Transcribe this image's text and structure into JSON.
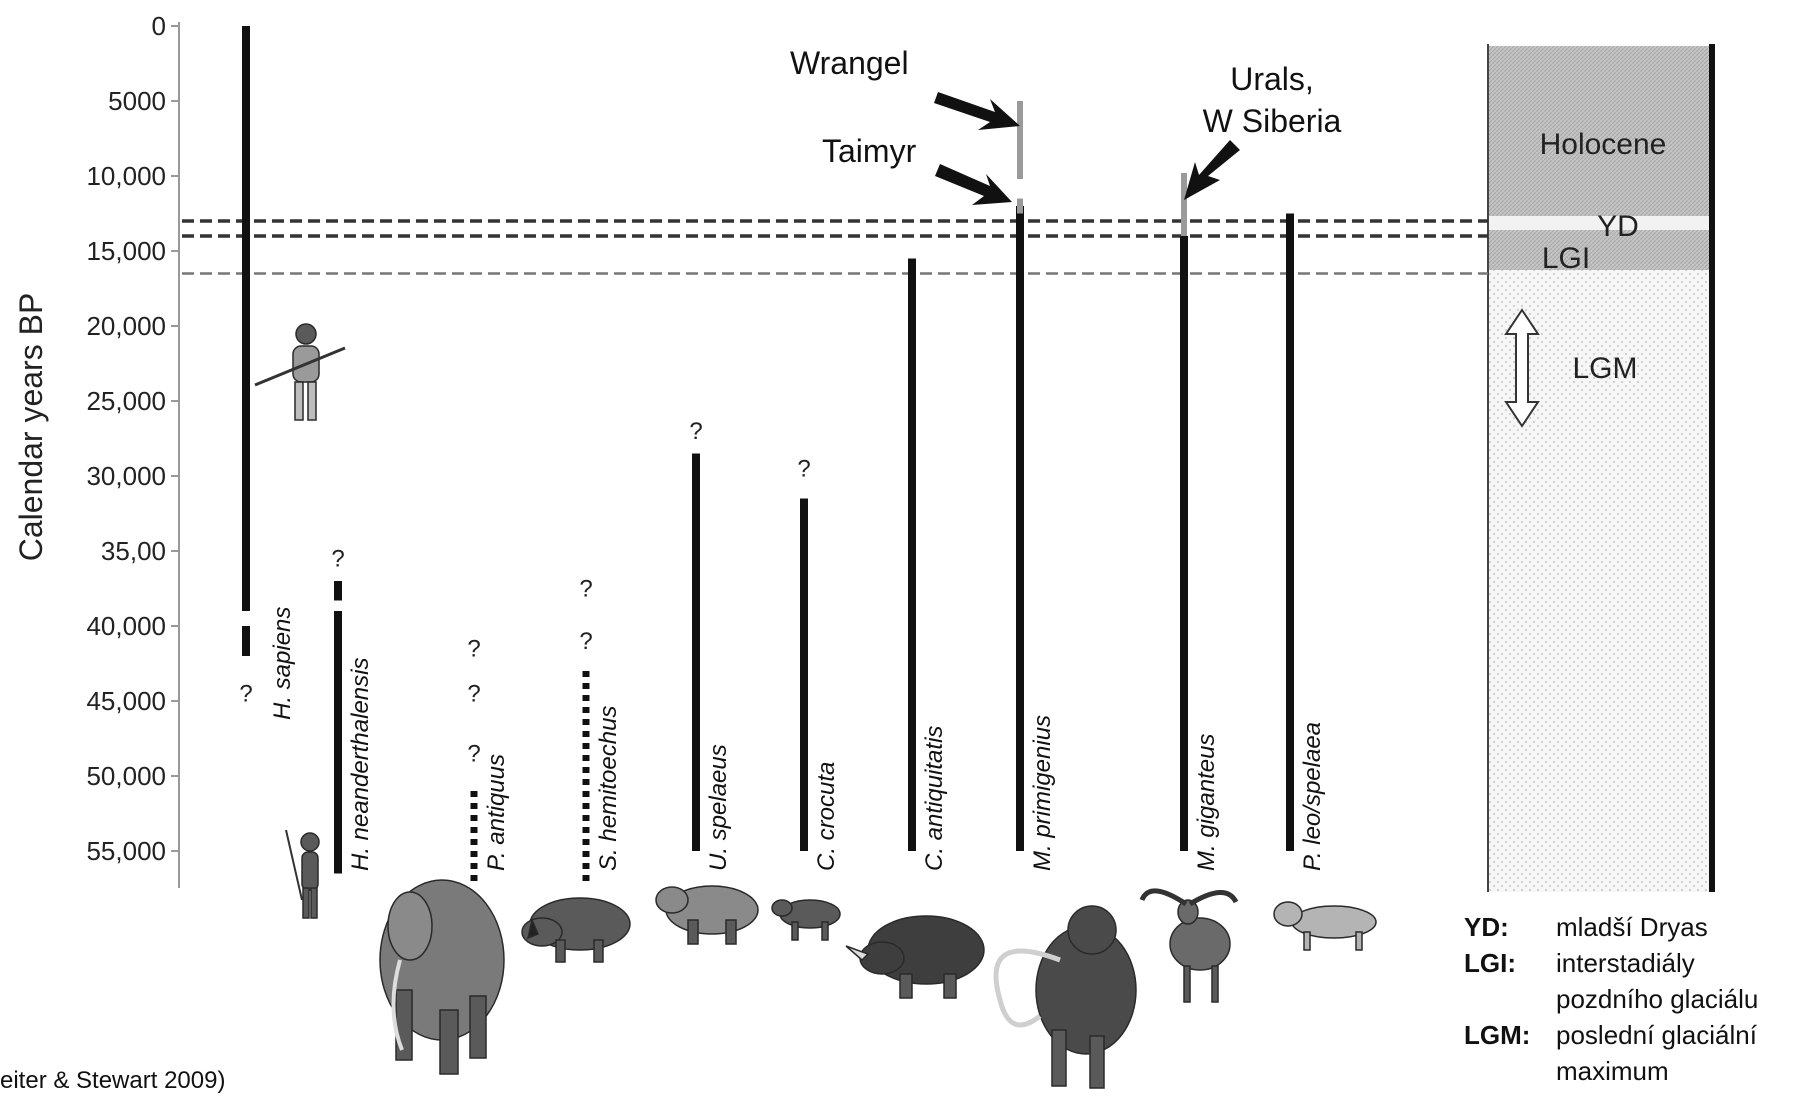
{
  "chart_data": {
    "type": "timeline",
    "ylabel": "Calendar years BP",
    "y_ticks": [
      "0",
      "5000",
      "10,000",
      "15,000",
      "20,000",
      "25,000",
      "30,000",
      "35,00",
      "40,000",
      "45,000",
      "50,000",
      "55,000"
    ],
    "y_tick_values": [
      0,
      5000,
      10000,
      15000,
      20000,
      25000,
      30000,
      35000,
      40000,
      45000,
      50000,
      55000
    ],
    "ylim": [
      0,
      57000
    ],
    "boundaries": [
      {
        "value": 13000,
        "style": "dashed"
      },
      {
        "value": 14000,
        "style": "dashed"
      },
      {
        "value": 16500,
        "style": "dashed-light"
      }
    ],
    "species": [
      {
        "name": "H. sapiens",
        "segments": [
          {
            "start": 0,
            "end": 39000,
            "style": "solid"
          },
          {
            "start": 40000,
            "end": 42000,
            "style": "solid"
          }
        ],
        "question_marks": [
          44500
        ]
      },
      {
        "name": "H. neanderthalensis",
        "segments": [
          {
            "start": 37000,
            "end": 38300,
            "style": "solid"
          },
          {
            "start": 39000,
            "end": 56500,
            "style": "solid"
          }
        ],
        "question_marks": [
          35500
        ]
      },
      {
        "name": "P. antiquus",
        "segments": [
          {
            "start": 51000,
            "end": 57000,
            "style": "dotted"
          }
        ],
        "question_marks": [
          41500,
          44500,
          48500
        ]
      },
      {
        "name": "S. hemitoechus",
        "segments": [
          {
            "start": 43000,
            "end": 57000,
            "style": "dotted"
          }
        ],
        "question_marks": [
          37500,
          41000
        ]
      },
      {
        "name": "U. spelaeus",
        "segments": [
          {
            "start": 28500,
            "end": 55000,
            "style": "solid"
          }
        ],
        "question_marks": [
          27000
        ]
      },
      {
        "name": "C. crocuta",
        "segments": [
          {
            "start": 31500,
            "end": 55000,
            "style": "solid"
          }
        ],
        "question_marks": [
          29500
        ]
      },
      {
        "name": "C. antiquitatis",
        "segments": [
          {
            "start": 15500,
            "end": 55000,
            "style": "solid"
          }
        ],
        "question_marks": []
      },
      {
        "name": "M. primigenius",
        "segments": [
          {
            "start": 12000,
            "end": 55000,
            "style": "solid"
          },
          {
            "start": 11500,
            "end": 12500,
            "style": "grey"
          },
          {
            "start": 5000,
            "end": 10200,
            "style": "grey"
          }
        ],
        "question_marks": []
      },
      {
        "name": "M. giganteus",
        "segments": [
          {
            "start": 14000,
            "end": 55000,
            "style": "solid"
          },
          {
            "start": 9800,
            "end": 14000,
            "style": "grey"
          }
        ],
        "question_marks": []
      },
      {
        "name": "P. leo/spelaea",
        "segments": [
          {
            "start": 12500,
            "end": 55000,
            "style": "solid"
          }
        ],
        "question_marks": []
      }
    ],
    "callouts": [
      {
        "label": "Wrangel",
        "points_to_value": 6500
      },
      {
        "label": "Taimyr",
        "points_to_value": 11800
      },
      {
        "label": "Urals,",
        "label_line2": "W Siberia",
        "points_to_value": 11800
      }
    ],
    "periods": [
      {
        "label": "Holocene",
        "from": 1500,
        "to": 13000
      },
      {
        "label": "YD",
        "from": 13000,
        "to": 14000
      },
      {
        "label": "LGI",
        "from": 14000,
        "to": 16500
      },
      {
        "label": "LGM",
        "from": 19000,
        "to": 26500
      }
    ],
    "legend": [
      {
        "key": "YD",
        "sep": ":",
        "text": "mladší Dryas"
      },
      {
        "key": "LGI",
        "sep": ":",
        "text": "interstadiály",
        "text2": "pozdního glaciálu"
      },
      {
        "key": "LGM",
        "sep": ":",
        "text": "poslední glaciální",
        "text2": "maximum"
      }
    ],
    "source": "eiter & Stewart 2009)",
    "colors": {
      "line": "#111111",
      "grey_line": "#9a9a9a",
      "period_fill": "#bdbdbd",
      "lgm_fill": "#efefef"
    }
  }
}
